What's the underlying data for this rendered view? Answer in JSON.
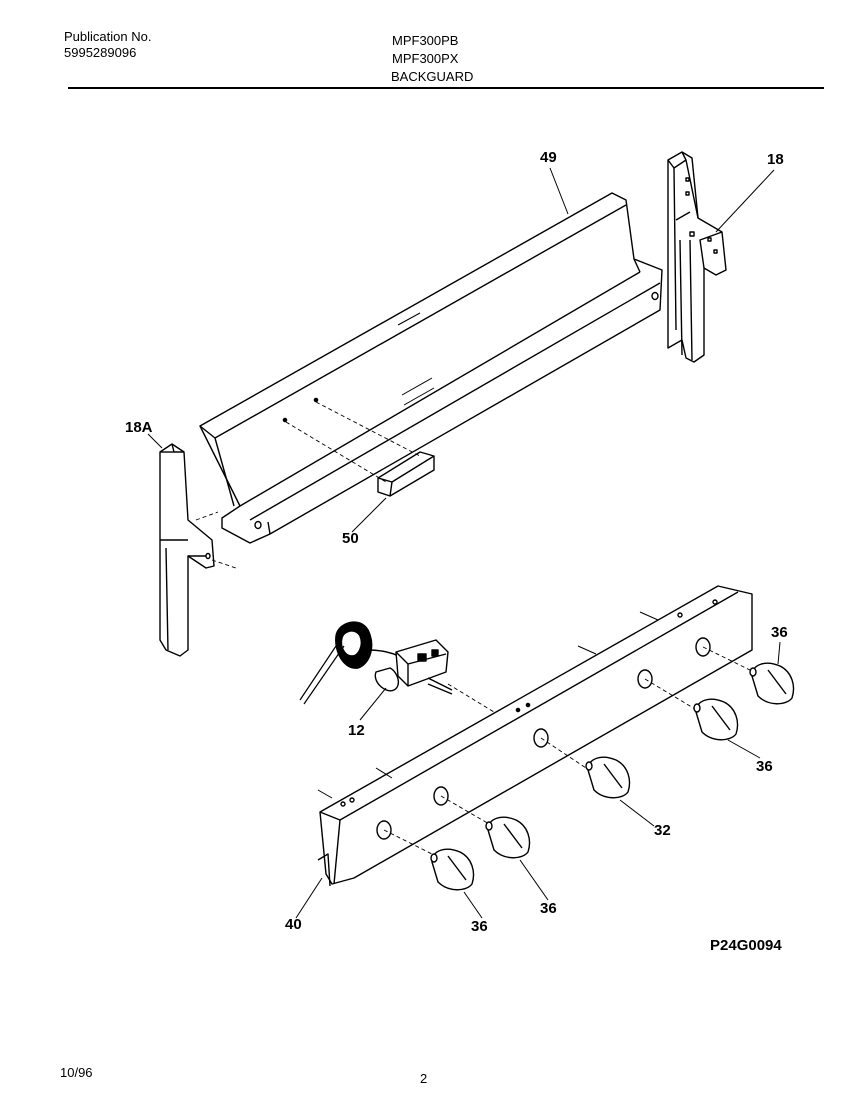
{
  "header": {
    "publication_label": "Publication No.",
    "publication_number": "5995289096",
    "model_1": "MPF300PB",
    "model_2": "MPF300PX",
    "section": "BACKGUARD"
  },
  "callouts": {
    "c49": "49",
    "c18": "18",
    "c18a": "18A",
    "c50": "50",
    "c12": "12",
    "c36a": "36",
    "c36b": "36",
    "c32": "32",
    "c36c": "36",
    "c36d": "36",
    "c40": "40"
  },
  "figure_code": "P24G0094",
  "footer": {
    "date": "10/96",
    "page": "2"
  }
}
